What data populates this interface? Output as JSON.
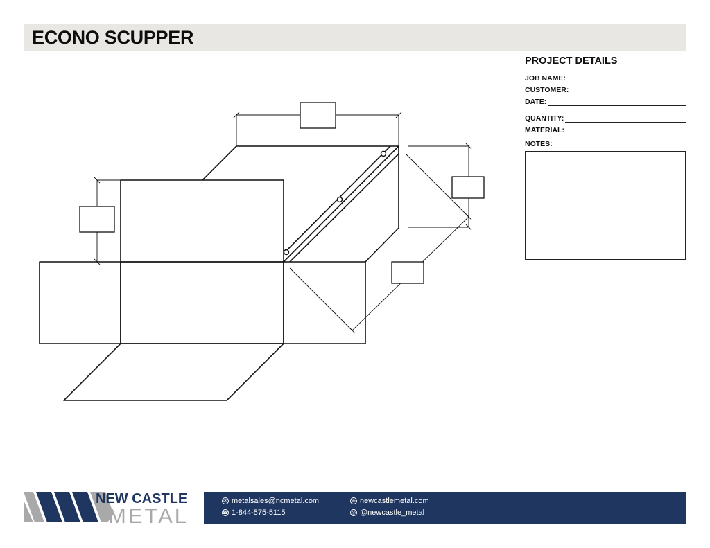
{
  "header": {
    "title": "ECONO SCUPPER"
  },
  "project_details": {
    "title": "PROJECT DETAILS",
    "fields": {
      "job_name": "JOB NAME:",
      "customer": "CUSTOMER:",
      "date": "DATE:",
      "quantity": "QUANTITY:",
      "material": "MATERIAL:"
    },
    "notes_label": "NOTES:"
  },
  "footer": {
    "logo_line1": "NEW CASTLE",
    "logo_line2": "METAL",
    "email": "metalsales@ncmetal.com",
    "phone": "1-844-575-5115",
    "website": "newcastlemetal.com",
    "social": "@newcastle_metal",
    "icons": {
      "email": "envelope-icon",
      "phone": "phone-icon",
      "website": "globe-icon",
      "social": "instagram-icon"
    }
  },
  "colors": {
    "title_bar": "#e8e7e4",
    "footer_bar": "#1f3660",
    "logo_navy": "#1f3660",
    "logo_gray": "#a9a9a9"
  }
}
